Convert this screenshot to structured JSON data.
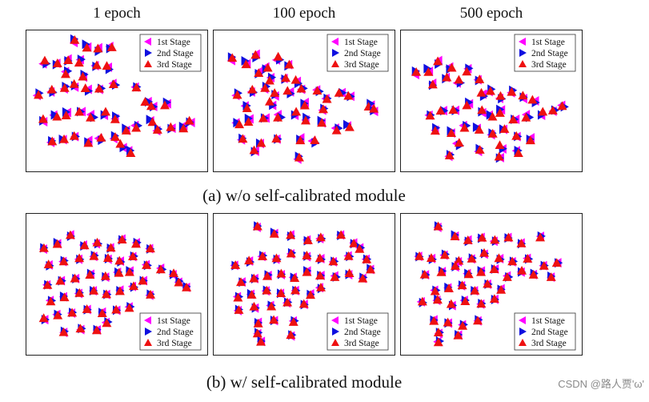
{
  "column_titles": [
    "1 epoch",
    "100 epoch",
    "500 epoch"
  ],
  "captions": {
    "top": "(a) w/o self-calibrated module",
    "bottom": "(b) w/ self-calibrated module"
  },
  "legend_labels": [
    "1st Stage",
    "2nd Stage",
    "3rd Stage"
  ],
  "colors": {
    "stage1": "#ff00ff",
    "stage2": "#1010e0",
    "stage3": "#ee1111"
  },
  "watermark": "CSDN @路人贾'ω'",
  "chart_data": [
    {
      "type": "scatter",
      "row": 0,
      "col": 0,
      "title": "1 epoch",
      "legend": "top-right",
      "clusters": [
        [
          0.25,
          0.03
        ],
        [
          0.32,
          0.07
        ],
        [
          0.39,
          0.1
        ],
        [
          0.46,
          0.09
        ],
        [
          0.06,
          0.2
        ],
        [
          0.13,
          0.22
        ],
        [
          0.2,
          0.18
        ],
        [
          0.28,
          0.19
        ],
        [
          0.37,
          0.22
        ],
        [
          0.45,
          0.24
        ],
        [
          0.03,
          0.45
        ],
        [
          0.1,
          0.42
        ],
        [
          0.18,
          0.4
        ],
        [
          0.25,
          0.38
        ],
        [
          0.32,
          0.41
        ],
        [
          0.4,
          0.4
        ],
        [
          0.48,
          0.37
        ],
        [
          0.62,
          0.38
        ],
        [
          0.68,
          0.5
        ],
        [
          0.72,
          0.53
        ],
        [
          0.8,
          0.52
        ],
        [
          0.05,
          0.65
        ],
        [
          0.13,
          0.62
        ],
        [
          0.2,
          0.6
        ],
        [
          0.28,
          0.58
        ],
        [
          0.35,
          0.62
        ],
        [
          0.42,
          0.6
        ],
        [
          0.5,
          0.63
        ],
        [
          0.55,
          0.72
        ],
        [
          0.62,
          0.7
        ],
        [
          0.71,
          0.66
        ],
        [
          0.1,
          0.82
        ],
        [
          0.18,
          0.8
        ],
        [
          0.25,
          0.78
        ],
        [
          0.33,
          0.82
        ],
        [
          0.4,
          0.8
        ],
        [
          0.48,
          0.78
        ],
        [
          0.53,
          0.85
        ],
        [
          0.58,
          0.9
        ],
        [
          0.75,
          0.72
        ],
        [
          0.83,
          0.72
        ],
        [
          0.9,
          0.7
        ],
        [
          0.95,
          0.66
        ],
        [
          0.2,
          0.28
        ],
        [
          0.3,
          0.3
        ]
      ]
    },
    {
      "type": "scatter",
      "row": 0,
      "col": 1,
      "title": "100 epoch",
      "legend": "top-right",
      "clusters": [
        [
          0.07,
          0.17
        ],
        [
          0.15,
          0.2
        ],
        [
          0.21,
          0.15
        ],
        [
          0.27,
          0.25
        ],
        [
          0.34,
          0.17
        ],
        [
          0.4,
          0.23
        ],
        [
          0.22,
          0.28
        ],
        [
          0.3,
          0.33
        ],
        [
          0.38,
          0.32
        ],
        [
          0.46,
          0.35
        ],
        [
          0.1,
          0.45
        ],
        [
          0.18,
          0.42
        ],
        [
          0.26,
          0.4
        ],
        [
          0.33,
          0.45
        ],
        [
          0.41,
          0.43
        ],
        [
          0.49,
          0.4
        ],
        [
          0.58,
          0.42
        ],
        [
          0.64,
          0.47
        ],
        [
          0.72,
          0.43
        ],
        [
          0.78,
          0.45
        ],
        [
          0.9,
          0.53
        ],
        [
          0.92,
          0.57
        ],
        [
          0.1,
          0.68
        ],
        [
          0.17,
          0.65
        ],
        [
          0.26,
          0.63
        ],
        [
          0.35,
          0.62
        ],
        [
          0.44,
          0.6
        ],
        [
          0.52,
          0.64
        ],
        [
          0.6,
          0.66
        ],
        [
          0.7,
          0.72
        ],
        [
          0.77,
          0.7
        ],
        [
          0.12,
          0.8
        ],
        [
          0.24,
          0.83
        ],
        [
          0.34,
          0.8
        ],
        [
          0.48,
          0.8
        ],
        [
          0.56,
          0.82
        ],
        [
          0.46,
          0.94
        ],
        [
          0.3,
          0.52
        ],
        [
          0.15,
          0.55
        ],
        [
          0.62,
          0.56
        ],
        [
          0.2,
          0.9
        ],
        [
          0.5,
          0.52
        ]
      ]
    },
    {
      "type": "scatter",
      "row": 0,
      "col": 2,
      "title": "500 epoch",
      "legend": "top-right",
      "clusters": [
        [
          0.05,
          0.28
        ],
        [
          0.12,
          0.26
        ],
        [
          0.18,
          0.2
        ],
        [
          0.25,
          0.25
        ],
        [
          0.3,
          0.35
        ],
        [
          0.22,
          0.33
        ],
        [
          0.14,
          0.37
        ],
        [
          0.36,
          0.26
        ],
        [
          0.42,
          0.33
        ],
        [
          0.45,
          0.45
        ],
        [
          0.5,
          0.42
        ],
        [
          0.55,
          0.47
        ],
        [
          0.62,
          0.43
        ],
        [
          0.7,
          0.47
        ],
        [
          0.76,
          0.5
        ],
        [
          0.88,
          0.57
        ],
        [
          0.93,
          0.54
        ],
        [
          0.13,
          0.6
        ],
        [
          0.2,
          0.57
        ],
        [
          0.28,
          0.56
        ],
        [
          0.36,
          0.52
        ],
        [
          0.44,
          0.58
        ],
        [
          0.5,
          0.62
        ],
        [
          0.56,
          0.58
        ],
        [
          0.64,
          0.64
        ],
        [
          0.72,
          0.62
        ],
        [
          0.8,
          0.6
        ],
        [
          0.17,
          0.72
        ],
        [
          0.25,
          0.74
        ],
        [
          0.34,
          0.7
        ],
        [
          0.42,
          0.72
        ],
        [
          0.5,
          0.76
        ],
        [
          0.58,
          0.72
        ],
        [
          0.66,
          0.78
        ],
        [
          0.74,
          0.8
        ],
        [
          0.3,
          0.84
        ],
        [
          0.42,
          0.88
        ],
        [
          0.56,
          0.86
        ],
        [
          0.66,
          0.9
        ],
        [
          0.25,
          0.92
        ],
        [
          0.55,
          0.95
        ]
      ]
    },
    {
      "type": "scatter",
      "row": 1,
      "col": 0,
      "title": "",
      "legend": "bottom-right",
      "clusters": [
        [
          0.06,
          0.22
        ],
        [
          0.14,
          0.18
        ],
        [
          0.22,
          0.12
        ],
        [
          0.3,
          0.2
        ],
        [
          0.38,
          0.18
        ],
        [
          0.46,
          0.22
        ],
        [
          0.53,
          0.15
        ],
        [
          0.62,
          0.18
        ],
        [
          0.7,
          0.22
        ],
        [
          0.09,
          0.35
        ],
        [
          0.18,
          0.32
        ],
        [
          0.27,
          0.3
        ],
        [
          0.36,
          0.28
        ],
        [
          0.45,
          0.3
        ],
        [
          0.52,
          0.32
        ],
        [
          0.6,
          0.28
        ],
        [
          0.68,
          0.35
        ],
        [
          0.08,
          0.5
        ],
        [
          0.16,
          0.47
        ],
        [
          0.25,
          0.45
        ],
        [
          0.34,
          0.42
        ],
        [
          0.43,
          0.44
        ],
        [
          0.51,
          0.41
        ],
        [
          0.58,
          0.4
        ],
        [
          0.66,
          0.47
        ],
        [
          0.77,
          0.38
        ],
        [
          0.84,
          0.42
        ],
        [
          0.88,
          0.48
        ],
        [
          0.92,
          0.52
        ],
        [
          0.1,
          0.63
        ],
        [
          0.18,
          0.6
        ],
        [
          0.27,
          0.57
        ],
        [
          0.36,
          0.55
        ],
        [
          0.44,
          0.58
        ],
        [
          0.52,
          0.55
        ],
        [
          0.6,
          0.52
        ],
        [
          0.7,
          0.58
        ],
        [
          0.06,
          0.77
        ],
        [
          0.14,
          0.74
        ],
        [
          0.23,
          0.72
        ],
        [
          0.32,
          0.7
        ],
        [
          0.41,
          0.72
        ],
        [
          0.5,
          0.7
        ],
        [
          0.58,
          0.68
        ],
        [
          0.18,
          0.87
        ],
        [
          0.28,
          0.85
        ],
        [
          0.38,
          0.86
        ],
        [
          0.44,
          0.8
        ]
      ]
    },
    {
      "type": "scatter",
      "row": 1,
      "col": 1,
      "title": "",
      "legend": "bottom-right",
      "clusters": [
        [
          0.22,
          0.05
        ],
        [
          0.32,
          0.1
        ],
        [
          0.42,
          0.12
        ],
        [
          0.52,
          0.16
        ],
        [
          0.6,
          0.14
        ],
        [
          0.72,
          0.12
        ],
        [
          0.8,
          0.18
        ],
        [
          0.84,
          0.22
        ],
        [
          0.08,
          0.35
        ],
        [
          0.17,
          0.32
        ],
        [
          0.25,
          0.28
        ],
        [
          0.33,
          0.3
        ],
        [
          0.42,
          0.26
        ],
        [
          0.52,
          0.28
        ],
        [
          0.6,
          0.3
        ],
        [
          0.68,
          0.32
        ],
        [
          0.77,
          0.28
        ],
        [
          0.88,
          0.3
        ],
        [
          0.12,
          0.48
        ],
        [
          0.2,
          0.45
        ],
        [
          0.28,
          0.43
        ],
        [
          0.36,
          0.42
        ],
        [
          0.44,
          0.45
        ],
        [
          0.52,
          0.4
        ],
        [
          0.6,
          0.43
        ],
        [
          0.69,
          0.44
        ],
        [
          0.77,
          0.42
        ],
        [
          0.86,
          0.45
        ],
        [
          0.9,
          0.38
        ],
        [
          0.1,
          0.6
        ],
        [
          0.18,
          0.58
        ],
        [
          0.27,
          0.55
        ],
        [
          0.36,
          0.57
        ],
        [
          0.45,
          0.55
        ],
        [
          0.54,
          0.58
        ],
        [
          0.6,
          0.53
        ],
        [
          0.1,
          0.7
        ],
        [
          0.2,
          0.68
        ],
        [
          0.3,
          0.67
        ],
        [
          0.4,
          0.64
        ],
        [
          0.5,
          0.66
        ],
        [
          0.22,
          0.8
        ],
        [
          0.32,
          0.78
        ],
        [
          0.44,
          0.79
        ],
        [
          0.22,
          0.88
        ],
        [
          0.42,
          0.9
        ],
        [
          0.24,
          0.95
        ]
      ]
    },
    {
      "type": "scatter",
      "row": 1,
      "col": 2,
      "title": "",
      "legend": "bottom-right",
      "clusters": [
        [
          0.18,
          0.05
        ],
        [
          0.28,
          0.12
        ],
        [
          0.36,
          0.16
        ],
        [
          0.44,
          0.14
        ],
        [
          0.52,
          0.16
        ],
        [
          0.6,
          0.14
        ],
        [
          0.68,
          0.18
        ],
        [
          0.8,
          0.13
        ],
        [
          0.06,
          0.28
        ],
        [
          0.14,
          0.3
        ],
        [
          0.22,
          0.27
        ],
        [
          0.3,
          0.32
        ],
        [
          0.38,
          0.3
        ],
        [
          0.46,
          0.26
        ],
        [
          0.55,
          0.3
        ],
        [
          0.63,
          0.32
        ],
        [
          0.72,
          0.3
        ],
        [
          0.82,
          0.35
        ],
        [
          0.9,
          0.33
        ],
        [
          0.1,
          0.42
        ],
        [
          0.2,
          0.4
        ],
        [
          0.28,
          0.36
        ],
        [
          0.36,
          0.42
        ],
        [
          0.44,
          0.4
        ],
        [
          0.52,
          0.38
        ],
        [
          0.6,
          0.44
        ],
        [
          0.68,
          0.4
        ],
        [
          0.76,
          0.42
        ],
        [
          0.86,
          0.44
        ],
        [
          0.16,
          0.55
        ],
        [
          0.24,
          0.53
        ],
        [
          0.32,
          0.51
        ],
        [
          0.4,
          0.55
        ],
        [
          0.48,
          0.5
        ],
        [
          0.56,
          0.54
        ],
        [
          0.08,
          0.64
        ],
        [
          0.17,
          0.62
        ],
        [
          0.26,
          0.66
        ],
        [
          0.34,
          0.63
        ],
        [
          0.44,
          0.65
        ],
        [
          0.52,
          0.62
        ],
        [
          0.15,
          0.78
        ],
        [
          0.24,
          0.8
        ],
        [
          0.33,
          0.82
        ],
        [
          0.42,
          0.78
        ],
        [
          0.18,
          0.88
        ],
        [
          0.3,
          0.9
        ],
        [
          0.18,
          0.95
        ]
      ]
    }
  ]
}
